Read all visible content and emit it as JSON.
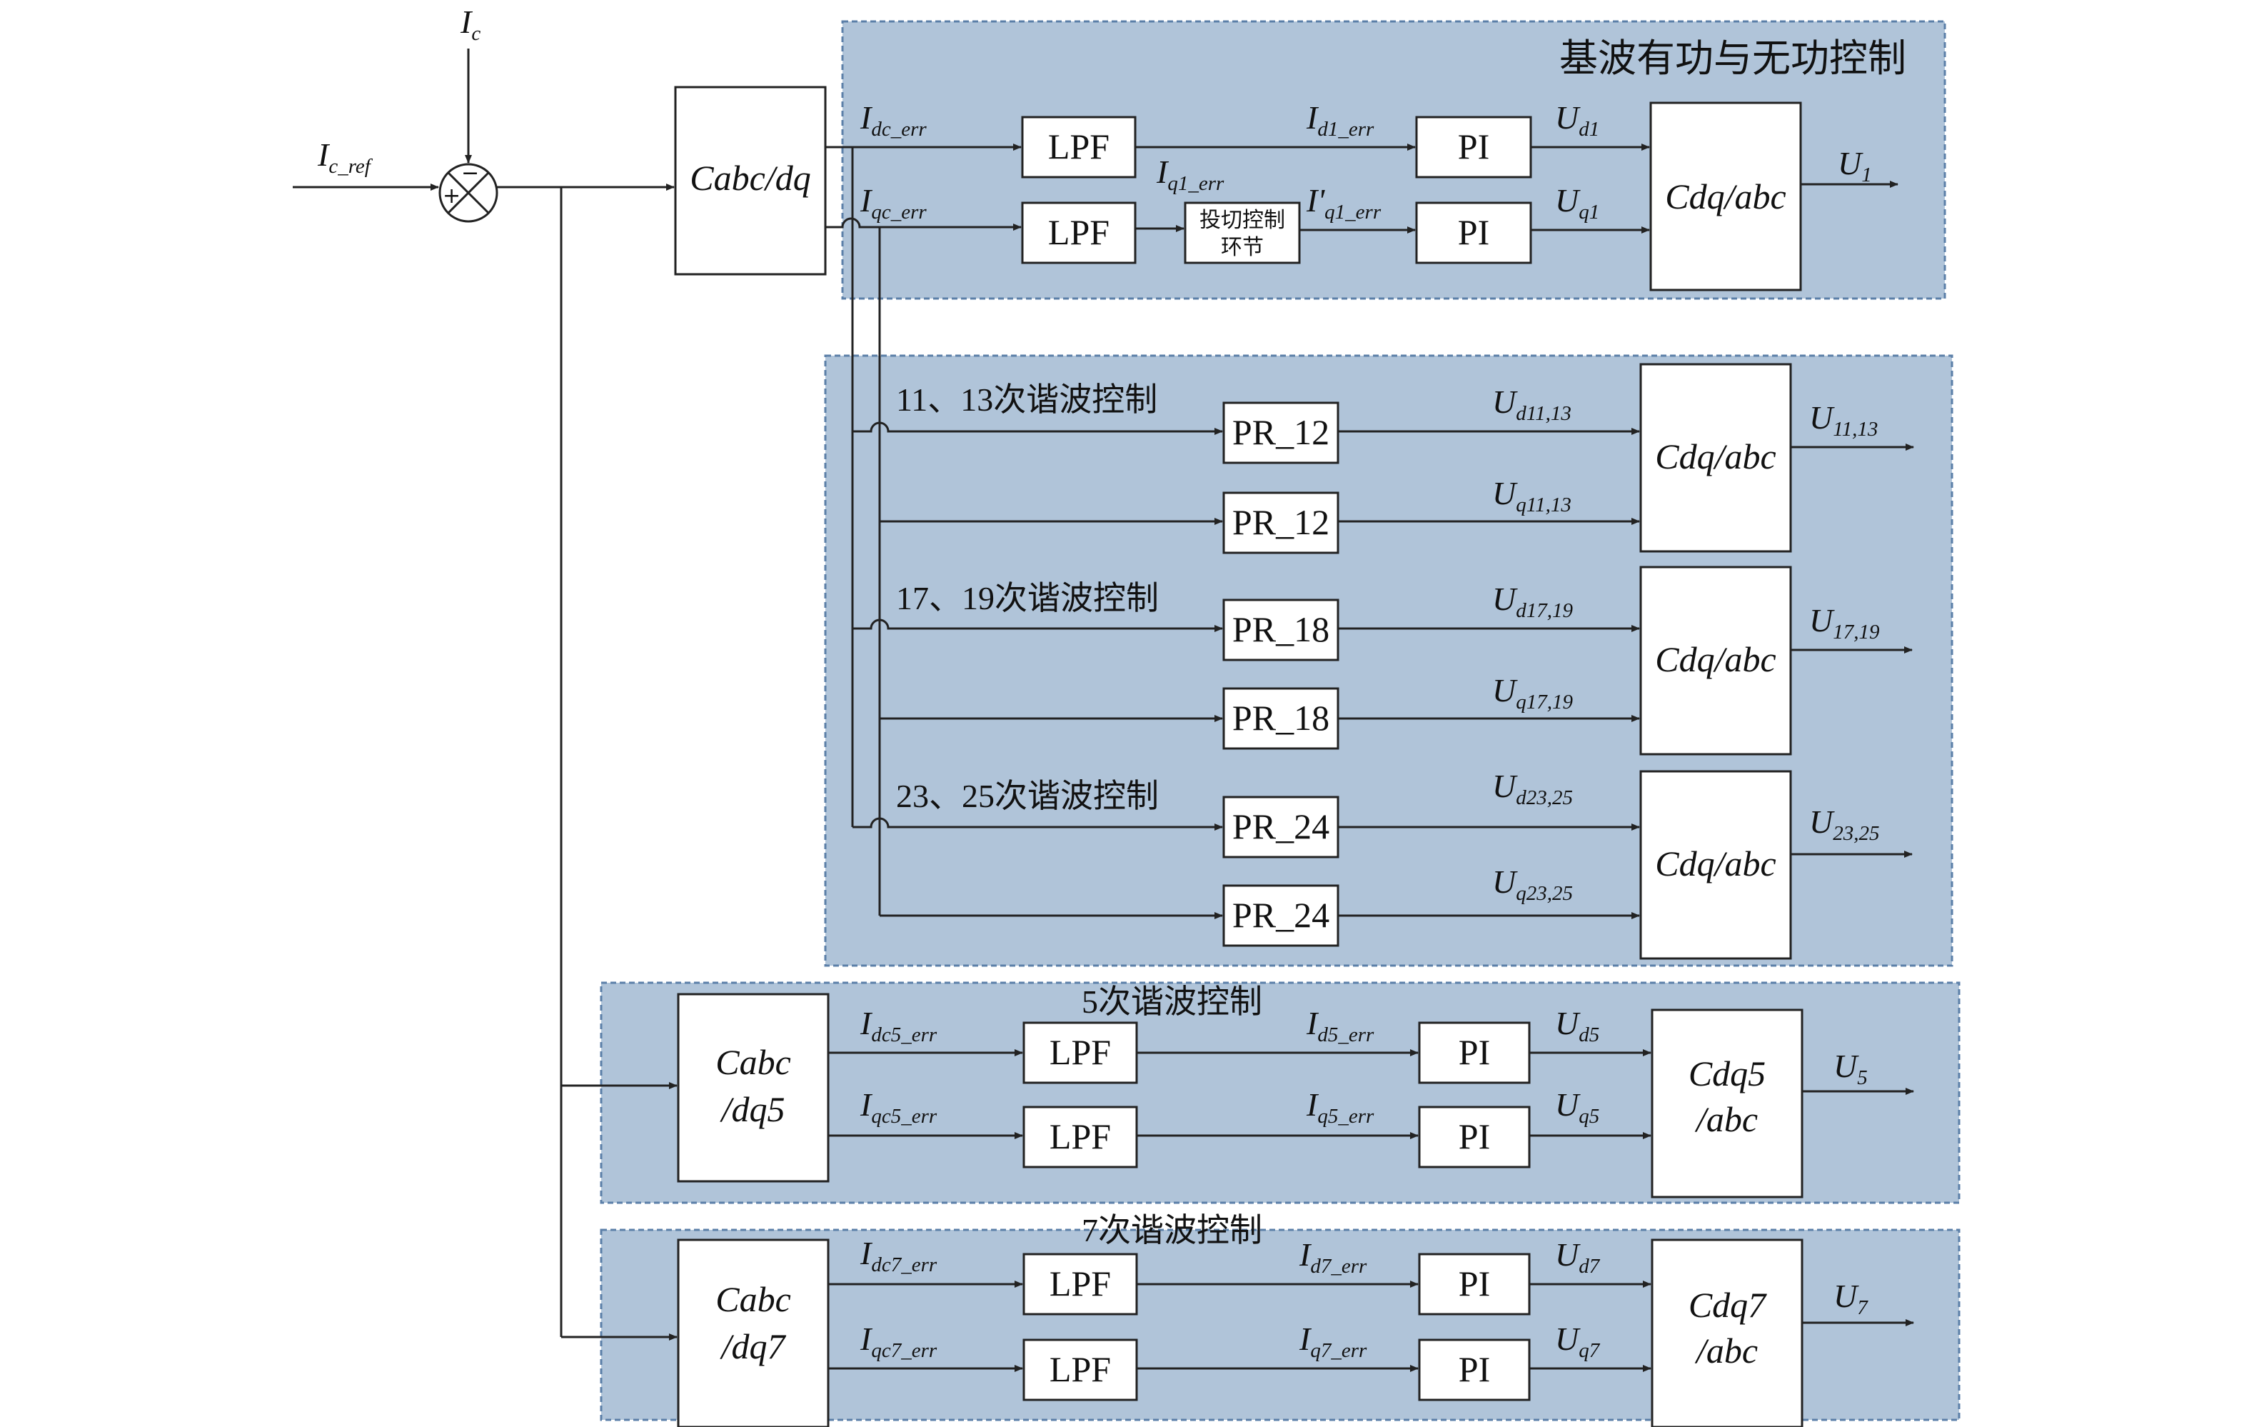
{
  "regions": {
    "fundamental": "基波有功与无功控制",
    "h11_13": "11、13次谐波控制",
    "h17_19": "17、19次谐波控制",
    "h23_25": "23、25次谐波控制",
    "h5": "5次谐波控制",
    "h7": "7次谐波控制"
  },
  "blocks": {
    "cabc_dq": "Cabc/dq",
    "lpf": "LPF",
    "pi": "PI",
    "cdq_abc": "Cdq/abc",
    "switch_ctrl_line1": "投切控制",
    "switch_ctrl_line2": "环节",
    "pr12": "PR_12",
    "pr18": "PR_18",
    "pr24": "PR_24",
    "cabc5_l1": "Cabc",
    "cabc5_l2": "/dq5",
    "cabc7_l1": "Cabc",
    "cabc7_l2": "/dq7",
    "cdq5_l1": "Cdq5",
    "cdq5_l2": "/abc",
    "cdq7_l1": "Cdq7",
    "cdq7_l2": "/abc"
  },
  "signs": {
    "plus": "+",
    "minus": "−"
  },
  "signals": {
    "ic": {
      "main": "I",
      "sub": "c"
    },
    "ic_ref": {
      "main": "I",
      "sub": "c_ref"
    },
    "idc_err": {
      "main": "I",
      "sub": "dc_err"
    },
    "iqc_err": {
      "main": "I",
      "sub": "qc_err"
    },
    "id1_err": {
      "main": "I",
      "sub": "d1_err"
    },
    "iq1_err": {
      "main": "I",
      "sub": "q1_err"
    },
    "iq1p_err": {
      "main": "I'",
      "sub": "q1_err"
    },
    "ud1": {
      "main": "U",
      "sub": "d1"
    },
    "uq1": {
      "main": "U",
      "sub": "q1"
    },
    "u1": {
      "main": "U",
      "sub": "1"
    },
    "ud11_13": {
      "main": "U",
      "sub": "d11,13"
    },
    "uq11_13": {
      "main": "U",
      "sub": "q11,13"
    },
    "u11_13": {
      "main": "U",
      "sub": "11,13"
    },
    "ud17_19": {
      "main": "U",
      "sub": "d17,19"
    },
    "uq17_19": {
      "main": "U",
      "sub": "q17,19"
    },
    "u17_19": {
      "main": "U",
      "sub": "17,19"
    },
    "ud23_25": {
      "main": "U",
      "sub": "d23,25"
    },
    "uq23_25": {
      "main": "U",
      "sub": "q23,25"
    },
    "u23_25": {
      "main": "U",
      "sub": "23,25"
    },
    "idc5_err": {
      "main": "I",
      "sub": "dc5_err"
    },
    "iqc5_err": {
      "main": "I",
      "sub": "qc5_err"
    },
    "id5_err": {
      "main": "I",
      "sub": "d5_err"
    },
    "iq5_err": {
      "main": "I",
      "sub": "q5_err"
    },
    "ud5": {
      "main": "U",
      "sub": "d5"
    },
    "uq5": {
      "main": "U",
      "sub": "q5"
    },
    "u5": {
      "main": "U",
      "sub": "5"
    },
    "idc7_err": {
      "main": "I",
      "sub": "dc7_err"
    },
    "iqc7_err": {
      "main": "I",
      "sub": "qc7_err"
    },
    "id7_err": {
      "main": "I",
      "sub": "d7_err"
    },
    "iq7_err": {
      "main": "I",
      "sub": "q7_err"
    },
    "ud7": {
      "main": "U",
      "sub": "d7"
    },
    "uq7": {
      "main": "U",
      "sub": "q7"
    },
    "u7": {
      "main": "U",
      "sub": "7"
    }
  }
}
